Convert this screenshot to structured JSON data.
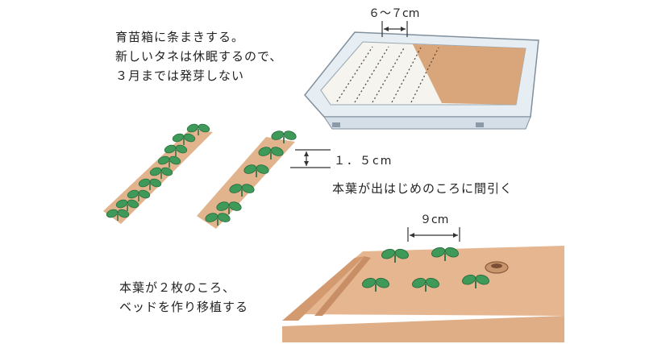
{
  "steps": {
    "step1": {
      "lines": [
        "育苗箱に条まきする。",
        "新しいタネは休眠するので、",
        "３月までは発芽しない"
      ],
      "spacing_label": "６～７cm"
    },
    "step2": {
      "spacing_label": "１．５cm",
      "caption": "本葉が出はじめのころに間引く"
    },
    "step3": {
      "spacing_label": "９cm",
      "lines": [
        "本葉が２枚のころ、",
        "ベッドを作り移植する"
      ]
    }
  },
  "colors": {
    "soil": "#d8a27a",
    "soil_dark": "#b97a52",
    "tray": "#dfe8ef",
    "tray_edge": "#8a9aa8",
    "leaf": "#3f9a5a",
    "leaf_dark": "#2a6e40"
  }
}
